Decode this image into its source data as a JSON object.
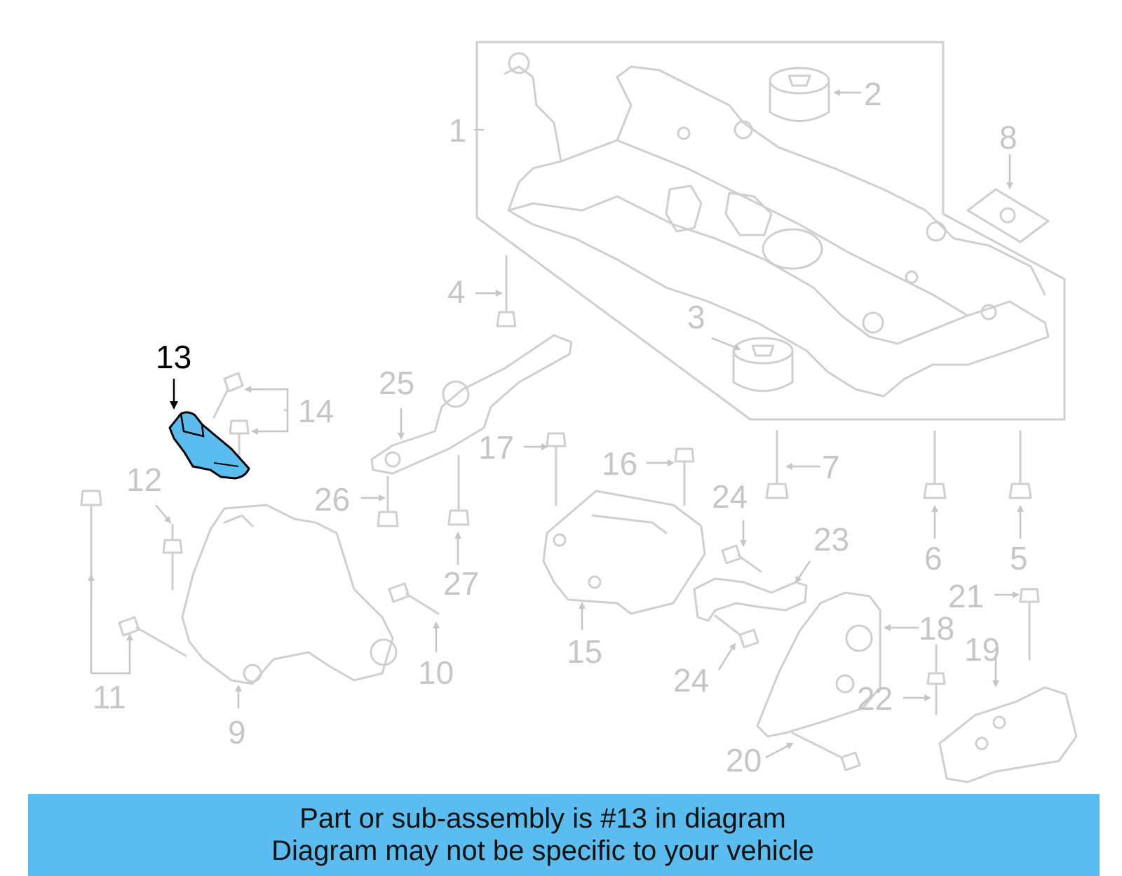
{
  "highlight_color": "#5bbcf0",
  "diagram": {
    "highlighted_callout": "13",
    "callouts": [
      "1",
      "2",
      "3",
      "4",
      "5",
      "6",
      "7",
      "8",
      "9",
      "10",
      "11",
      "12",
      "13",
      "14",
      "15",
      "16",
      "17",
      "18",
      "19",
      "20",
      "21",
      "22",
      "23",
      "24",
      "24",
      "25",
      "26",
      "27"
    ]
  },
  "banner": {
    "line1": "Part or sub-assembly is #13 in diagram",
    "line2": "Diagram may not be specific to your vehicle"
  }
}
